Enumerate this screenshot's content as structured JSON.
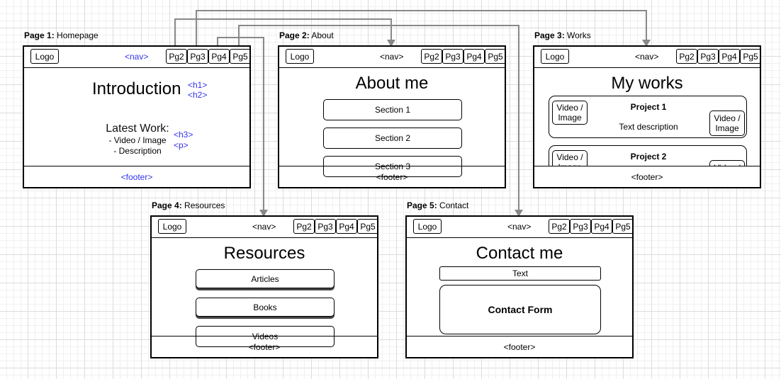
{
  "common": {
    "logo": "Logo",
    "nav": "<nav>",
    "footer": "<footer>",
    "pages": [
      "Pg2",
      "Pg3",
      "Pg4",
      "Pg5"
    ]
  },
  "page1": {
    "label_bold": "Page 1:",
    "label_text": " Homepage",
    "title": "Introduction",
    "title_tags": [
      "<h1>",
      "<h2>"
    ],
    "subheading": "Latest Work:",
    "items": [
      "- Video / Image",
      "- Description"
    ],
    "sub_tags": [
      "<h3>",
      "<p>"
    ]
  },
  "page2": {
    "label_bold": "Page 2:",
    "label_text": " About",
    "title": "About me",
    "sections": [
      "Section 1",
      "Section 2",
      "Section 3"
    ]
  },
  "page3": {
    "label_bold": "Page 3:",
    "label_text": " Works",
    "title": "My works",
    "projects": [
      {
        "name": "Project 1",
        "media_left": "Video / Image",
        "description": "Text description",
        "media_right": "Video / Image"
      },
      {
        "name": "Project 2",
        "media_left": "Video / Image",
        "media_right": "Video /"
      }
    ]
  },
  "page4": {
    "label_bold": "Page 4:",
    "label_text": " Resources",
    "title": "Resources",
    "items": [
      "Articles",
      "Books",
      "Videos"
    ]
  },
  "page5": {
    "label_bold": "Page 5:",
    "label_text": " Contact",
    "title": "Contact me",
    "text_box": "Text",
    "form": "Contact Form"
  }
}
